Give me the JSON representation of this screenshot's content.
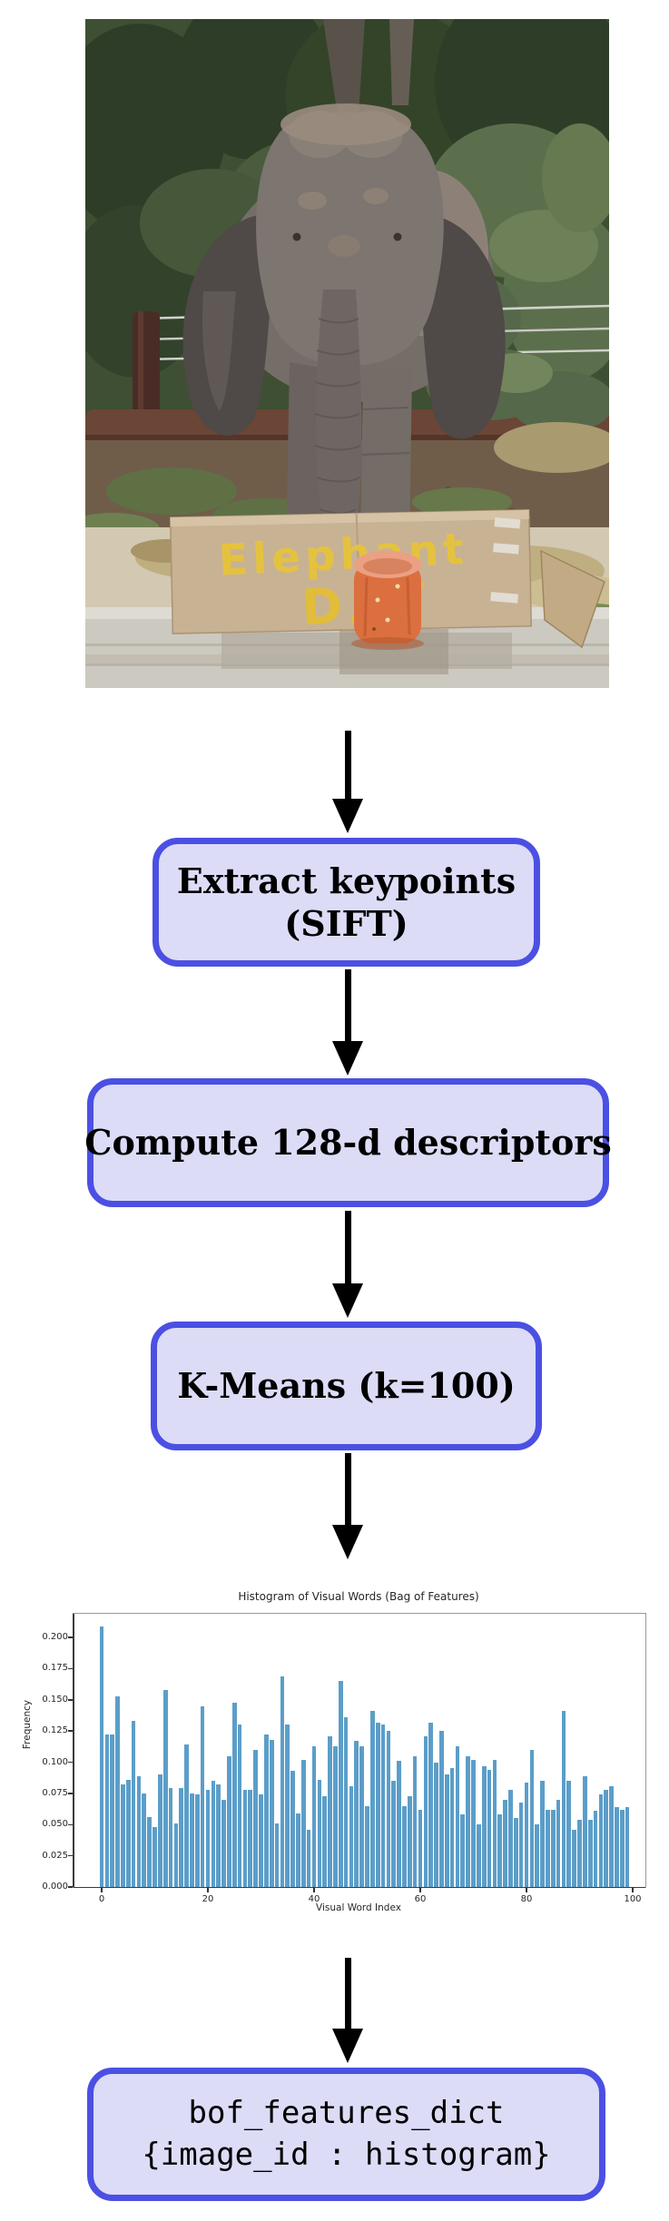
{
  "photo": {
    "description": "Asian elephant standing in a zoo enclosure facing the camera, wire-and-post fence and dark green trees behind, sandy ground with hay, a painted cardboard sign and an orange pumpkin on the wet concrete in front",
    "sign_line1": "Elephant",
    "sign_line2": "DAY"
  },
  "flow": {
    "style": {
      "border_color": "#4b50e3",
      "fill_color": "#dcdcf7",
      "arrow_color": "#000000"
    },
    "node_extract": {
      "line1": "Extract keypoints",
      "line2": "(SIFT)"
    },
    "node_descriptors": {
      "label": "Compute 128-d descriptors"
    },
    "node_kmeans": {
      "label": "K-Means (k=100)"
    },
    "node_output": {
      "line1": "bof_features_dict",
      "line2": "{image_id :  histogram}"
    }
  },
  "chart_data": {
    "type": "bar",
    "title": "Histogram of Visual Words (Bag of Features)",
    "xlabel": "Visual Word Index",
    "ylabel": "Frequency",
    "bar_color": "#5b9ec9",
    "grid": false,
    "xticks": [
      0,
      20,
      40,
      60,
      80,
      100
    ],
    "yticks": [
      0.0,
      0.025,
      0.05,
      0.075,
      0.1,
      0.125,
      0.15,
      0.175,
      0.2
    ],
    "xlim": [
      -5,
      105
    ],
    "ylim": [
      0,
      0.219
    ],
    "categories_note": "visual word indices 0-99",
    "values": [
      0.209,
      0.122,
      0.122,
      0.153,
      0.082,
      0.086,
      0.133,
      0.089,
      0.075,
      0.056,
      0.048,
      0.09,
      0.158,
      0.079,
      0.051,
      0.079,
      0.114,
      0.075,
      0.074,
      0.145,
      0.078,
      0.085,
      0.082,
      0.07,
      0.105,
      0.148,
      0.13,
      0.078,
      0.078,
      0.11,
      0.074,
      0.122,
      0.118,
      0.051,
      0.169,
      0.13,
      0.093,
      0.059,
      0.102,
      0.046,
      0.113,
      0.086,
      0.073,
      0.121,
      0.113,
      0.165,
      0.136,
      0.081,
      0.117,
      0.113,
      0.065,
      0.141,
      0.132,
      0.13,
      0.125,
      0.085,
      0.101,
      0.065,
      0.073,
      0.105,
      0.062,
      0.121,
      0.132,
      0.1,
      0.125,
      0.09,
      0.095,
      0.113,
      0.058,
      0.105,
      0.102,
      0.05,
      0.097,
      0.094,
      0.102,
      0.058,
      0.07,
      0.078,
      0.055,
      0.068,
      0.084,
      0.11,
      0.05,
      0.085,
      0.062,
      0.062,
      0.07,
      0.141,
      0.085,
      0.046,
      0.054,
      0.089,
      0.054,
      0.061,
      0.074,
      0.078,
      0.081,
      0.064,
      0.062,
      0.064
    ]
  }
}
